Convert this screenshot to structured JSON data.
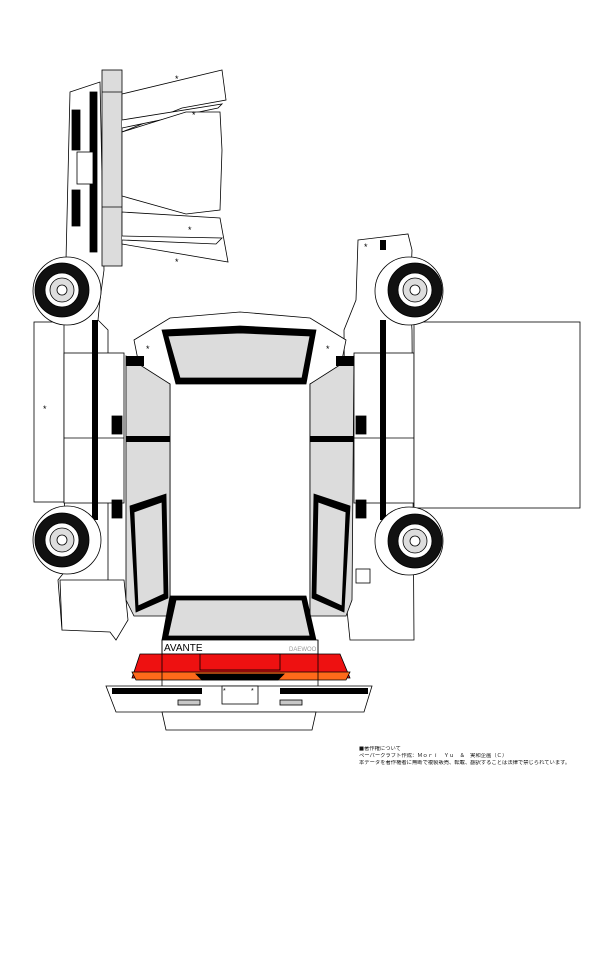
{
  "model": {
    "badge": "AVANTE",
    "maker": "DAEWOO"
  },
  "notes": {
    "heading": "■著作権について",
    "line1": "ペーパークラフト作成：Ｍｏｒｉ　Ｙｕ　＆　実和企画（Ｃ）",
    "line2": "本データを著作権者に無断で複製販売、転載、翻訳することは法律で禁じられています。"
  },
  "colors": {
    "line": "#000000",
    "glass": "#dcdcdc",
    "tail_red": "#ee1111",
    "tail_amber": "#ff6a1a",
    "plate_gray": "#c8c8c8"
  }
}
